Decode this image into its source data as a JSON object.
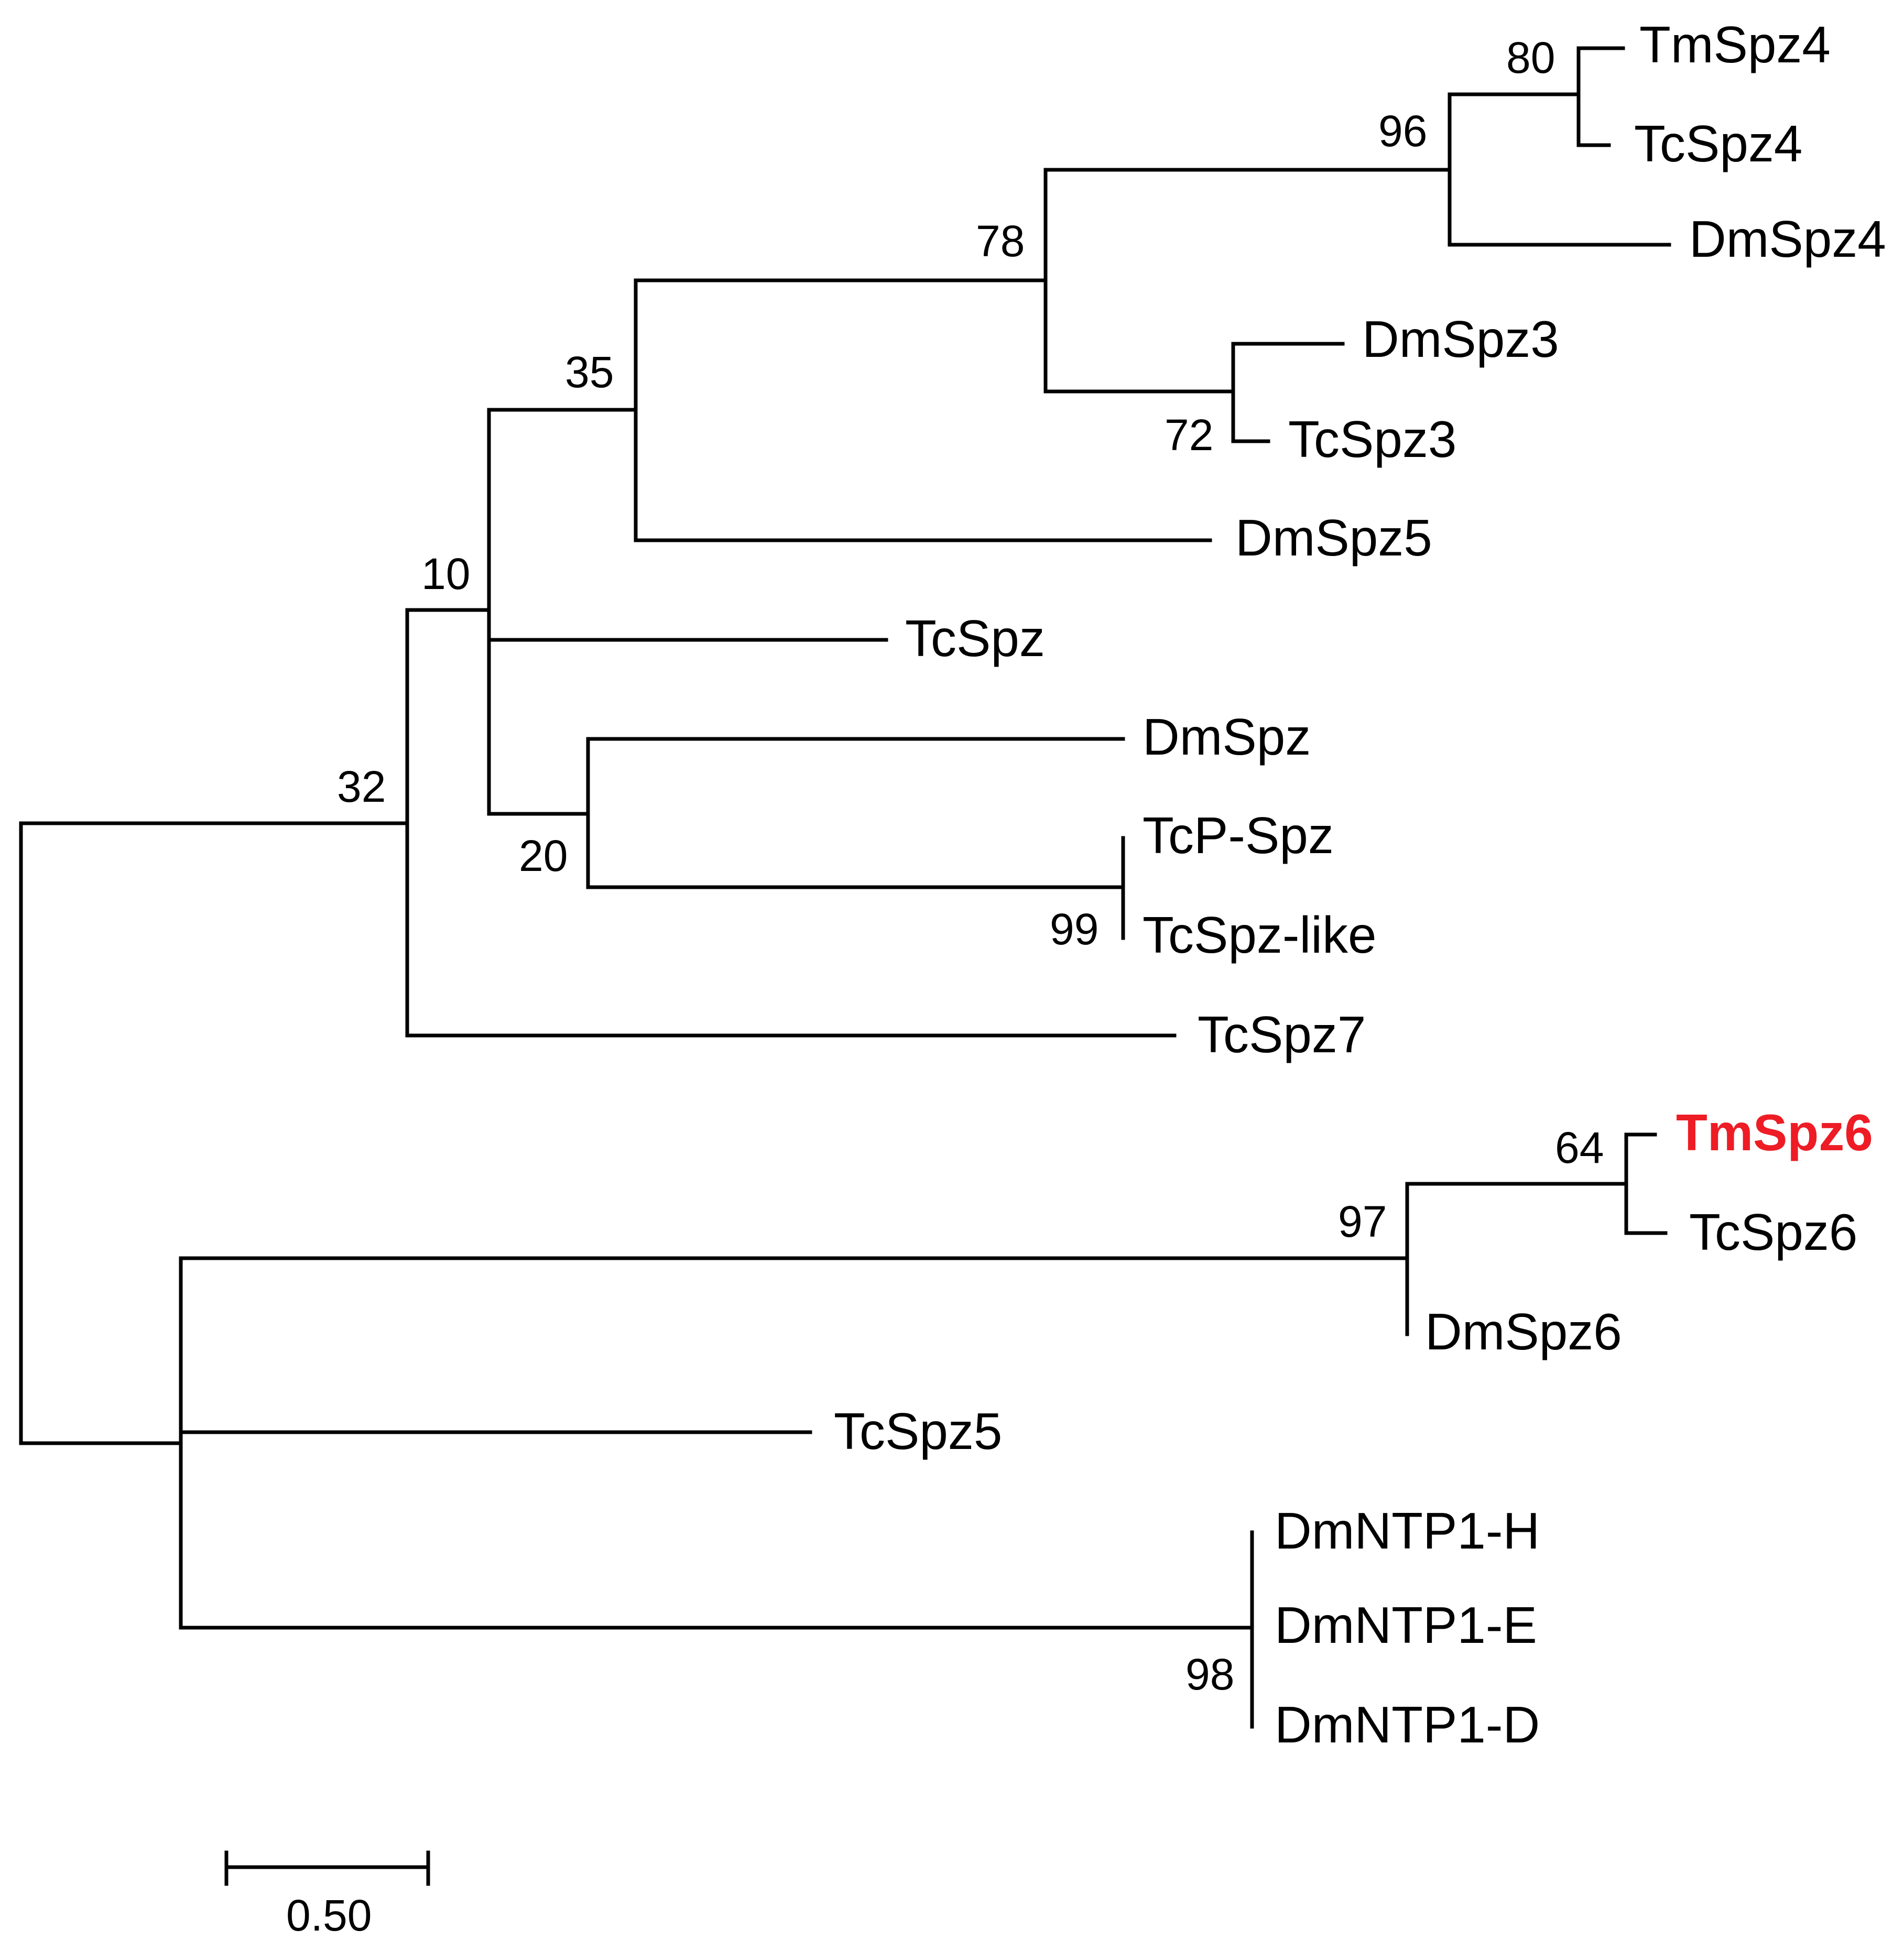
{
  "colors": {
    "branch": "#000000",
    "highlight": "#ee1c25"
  },
  "leaves": [
    {
      "id": "TmSpz4",
      "label": "TmSpz4",
      "highlight": false
    },
    {
      "id": "TcSpz4",
      "label": "TcSpz4",
      "highlight": false
    },
    {
      "id": "DmSpz4",
      "label": "DmSpz4",
      "highlight": false
    },
    {
      "id": "DmSpz3",
      "label": "DmSpz3",
      "highlight": false
    },
    {
      "id": "TcSpz3",
      "label": "TcSpz3",
      "highlight": false
    },
    {
      "id": "DmSpz5",
      "label": "DmSpz5",
      "highlight": false
    },
    {
      "id": "TcSpz",
      "label": "TcSpz",
      "highlight": false
    },
    {
      "id": "DmSpz",
      "label": "DmSpz",
      "highlight": false
    },
    {
      "id": "TcP-Spz",
      "label": "TcP-Spz",
      "highlight": false
    },
    {
      "id": "TcSpz-like",
      "label": "TcSpz-like",
      "highlight": false
    },
    {
      "id": "TcSpz7",
      "label": "TcSpz7",
      "highlight": false
    },
    {
      "id": "TmSpz6",
      "label": "TmSpz6",
      "highlight": true
    },
    {
      "id": "TcSpz6",
      "label": "TcSpz6",
      "highlight": false
    },
    {
      "id": "DmSpz6",
      "label": "DmSpz6",
      "highlight": false
    },
    {
      "id": "TcSpz5",
      "label": "TcSpz5",
      "highlight": false
    },
    {
      "id": "DmNTP1-H",
      "label": "DmNTP1-H",
      "highlight": false
    },
    {
      "id": "DmNTP1-E",
      "label": "DmNTP1-E",
      "highlight": false
    },
    {
      "id": "DmNTP1-D",
      "label": "DmNTP1-D",
      "highlight": false
    }
  ],
  "support_values": [
    {
      "node": "TmSpz4-TcSpz4",
      "value": "80"
    },
    {
      "node": "Spz4-clade",
      "value": "96"
    },
    {
      "node": "Spz3-clade",
      "value": "72"
    },
    {
      "node": "Spz4-Spz3-clade",
      "value": "78"
    },
    {
      "node": "Spz4-Spz3-Spz5-clade",
      "value": "35"
    },
    {
      "node": "TcP-Spz-TcSpz-like",
      "value": "99"
    },
    {
      "node": "DmSpz-TcP-Spz-clade",
      "value": "20"
    },
    {
      "node": "Spz-main-clade",
      "value": "10"
    },
    {
      "node": "Spz-with-TcSpz7",
      "value": "32"
    },
    {
      "node": "TmSpz6-TcSpz6",
      "value": "64"
    },
    {
      "node": "Spz6-clade",
      "value": "97"
    },
    {
      "node": "DmNTP1-clade",
      "value": "98"
    }
  ],
  "scale_bar": {
    "label": "0.50",
    "length": 0.5
  }
}
